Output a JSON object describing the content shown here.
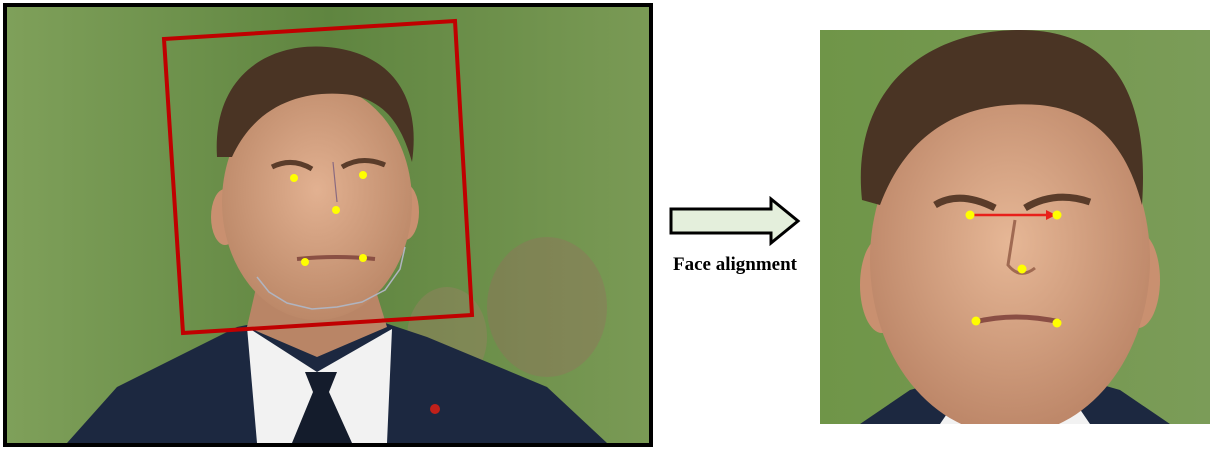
{
  "caption": "Face alignment",
  "colors": {
    "frame": "#000000",
    "bounding_box": "#c00000",
    "landmark": "#ffff00",
    "eye_line": "#e8201a",
    "arrow_fill": "#e4efdc",
    "arrow_stroke": "#000000",
    "background_green": "#6c8f4a"
  },
  "icons": {
    "arrow": "right-arrow-icon",
    "source_photo": "portrait-photo",
    "aligned_photo": "aligned-face-crop"
  }
}
